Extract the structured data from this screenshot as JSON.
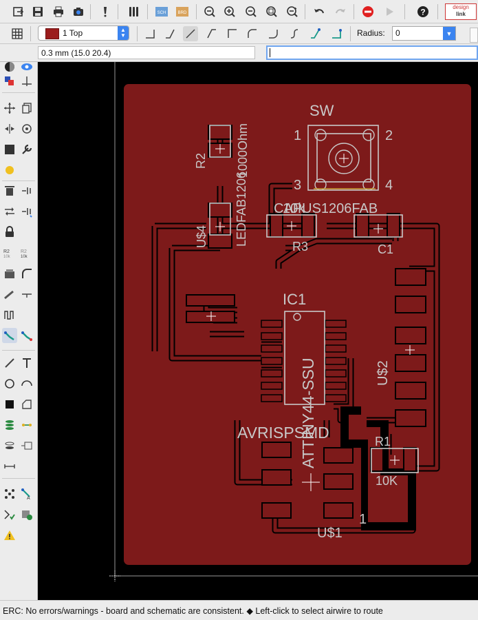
{
  "toolbar": {
    "icons": [
      "open-icon",
      "save-icon",
      "print-icon",
      "cam-icon",
      "script-icon",
      "ulp-icon",
      "sch-icon",
      "brd-icon",
      "zoom-fit-icon",
      "zoom-in-icon",
      "zoom-out-icon",
      "zoom-select-icon",
      "redraw-icon",
      "undo-icon",
      "redo-icon",
      "stop-icon",
      "go-icon",
      "help-icon",
      "design-link-icon"
    ],
    "logo_text_1": "design",
    "logo_text_2": "link",
    "sch_label": "SCH",
    "brd_label": "BRD"
  },
  "routing_toolbar": {
    "layer_selected": "1 Top",
    "layer_color": "#9b1c1c",
    "radius_label": "Radius:",
    "radius_value": "0"
  },
  "command_bar": {
    "coordinates": "0.3 mm (15.0 20.4)",
    "command_value": ""
  },
  "board": {
    "copper_color": "#7d1a1a",
    "silkscreen_color": "#c8c8c8",
    "labels": {
      "sw": "SW",
      "sw_pin1": "1",
      "sw_pin2": "2",
      "sw_pin3": "3",
      "sw_pin4": "4",
      "r2": "R2",
      "led_value": "LEDFAB1206",
      "r2_value": "1000Ohm",
      "u4": "U$4",
      "cap_value": "CAPUS1206FAB",
      "r3_value": "10k",
      "r3": "R3",
      "c1": "C1",
      "ic1": "IC1",
      "ic1_value": "ATTINY44-SSU",
      "u2": "U$2",
      "avrisp": "AVRISPSMD",
      "r1": "R1",
      "r1_value": "10K",
      "u1": "U$1",
      "u1_pin1": "1"
    }
  },
  "status": {
    "text": "ERC: No errors/warnings - board and schematic are consistent.  ◆ Left-click to select airwire to route"
  }
}
